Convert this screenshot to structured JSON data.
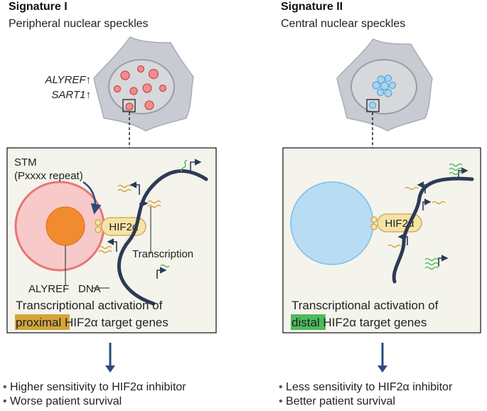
{
  "left": {
    "title": "Signature I",
    "subtitle": "Peripheral nuclear speckles",
    "genes": [
      "ALYREF↑",
      "SART1↑"
    ],
    "labels": {
      "stm": "STM",
      "repeat": "(Pxxxx repeat)",
      "hif": "HIF2α",
      "transcription": "Transcription",
      "alyref": "ALYREF",
      "dna": "DNA"
    },
    "caption": {
      "line1": "Transcriptional activation of",
      "highlight": "proximal",
      "rest": " HIF2α target genes"
    },
    "bullets": [
      "Higher sensitivity to HIF2α inhibitor",
      "Worse patient survival"
    ]
  },
  "right": {
    "title": "Signature II",
    "subtitle": "Central nuclear speckles",
    "labels": {
      "hif": "HIF2α"
    },
    "caption": {
      "line1": "Transcriptional activation of",
      "highlight": "distal",
      "rest": " HIF2α target genes"
    },
    "bullets": [
      "Less sensitivity to HIF2α inhibitor",
      "Better patient survival"
    ]
  },
  "colors": {
    "panel_bg": "#f4f4ec",
    "speckle_red": "#f08c8c",
    "speckle_blue": "#a8d4ef",
    "hif_yellow": "#f6e3a6",
    "proximal_highlight": "#d3a53c",
    "distal_highlight": "#4dbb5f",
    "dna": "#2d3a55"
  },
  "icons": [
    "cell-icon",
    "nucleus-icon",
    "speckle-icon",
    "dna-strand-icon",
    "rna-transcript-icon",
    "arrow-down-icon"
  ]
}
